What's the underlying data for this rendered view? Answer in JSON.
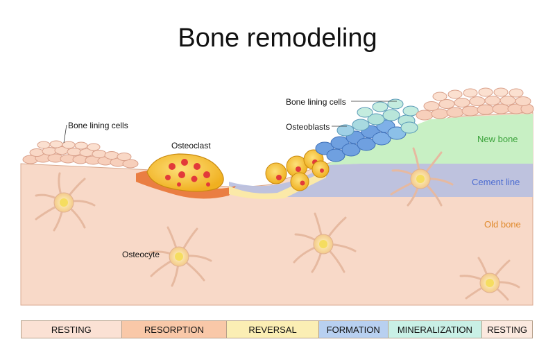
{
  "title": "Bone remodeling",
  "labels": {
    "lining_left": "Bone lining cells",
    "osteoclast": "Osteoclast",
    "lining_right": "Bone lining cells",
    "osteoblasts": "Osteoblasts",
    "osteocyte": "Osteocyte"
  },
  "regions": {
    "new_bone": "New bone",
    "cement_line": "Cement line",
    "old_bone": "Old bone"
  },
  "colors": {
    "old_bone": "#f8d9c8",
    "new_bone": "#c8f0c4",
    "cement_line": "#b7bfe0",
    "lining_cell": "#f7cfbb",
    "osteoclast_body": "#f5c234",
    "osteoclast_nucleus": "#e23a3a",
    "resorption_pit": "#e87333",
    "osteoblast": "#6fa0e0",
    "new_lining": "#b9e6da",
    "osteocyte": "#f6e08a",
    "label_new_bone": "#3aa23a",
    "label_cement_line": "#4a6ad0",
    "label_old_bone": "#e08a2c"
  },
  "phases": [
    {
      "label": "RESTING",
      "color": "#fbe1d4"
    },
    {
      "label": "RESORPTION",
      "color": "#f9c8a8"
    },
    {
      "label": "REVERSAL",
      "color": "#fbeeb4"
    },
    {
      "label": "FORMATION",
      "color": "#b8d0f0"
    },
    {
      "label": "MINERALIZATION",
      "color": "#c9f0e6"
    },
    {
      "label": "RESTING",
      "color": "#fbe9df"
    }
  ]
}
